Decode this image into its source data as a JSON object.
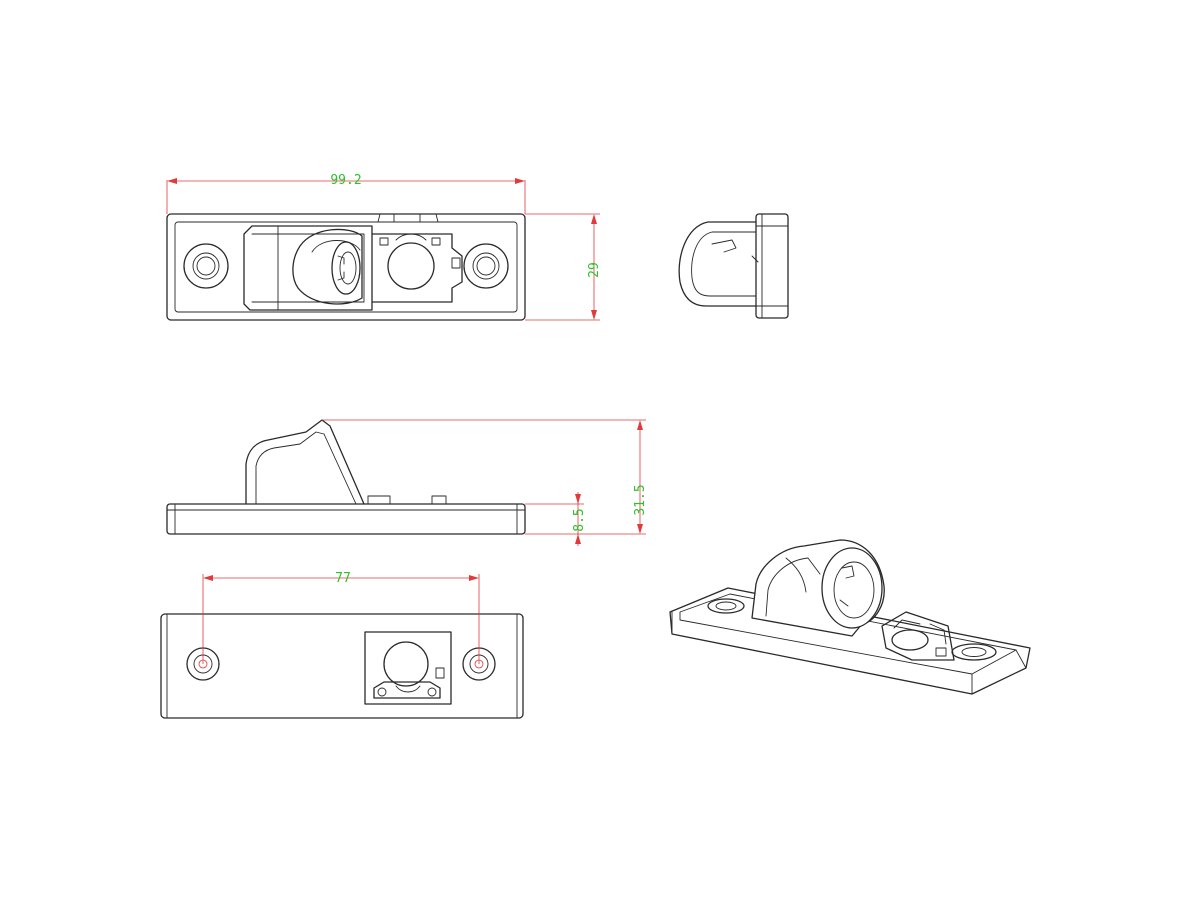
{
  "dimensions": {
    "overall_length": "99.2",
    "width": "29",
    "total_height": "31.5",
    "base_thickness": "8.5",
    "hole_spacing": "77"
  },
  "colors": {
    "outline": "#2a2a2a",
    "dimension_line": "#e23a3a",
    "dimension_text": "#2fc02f",
    "background": "#ffffff"
  }
}
